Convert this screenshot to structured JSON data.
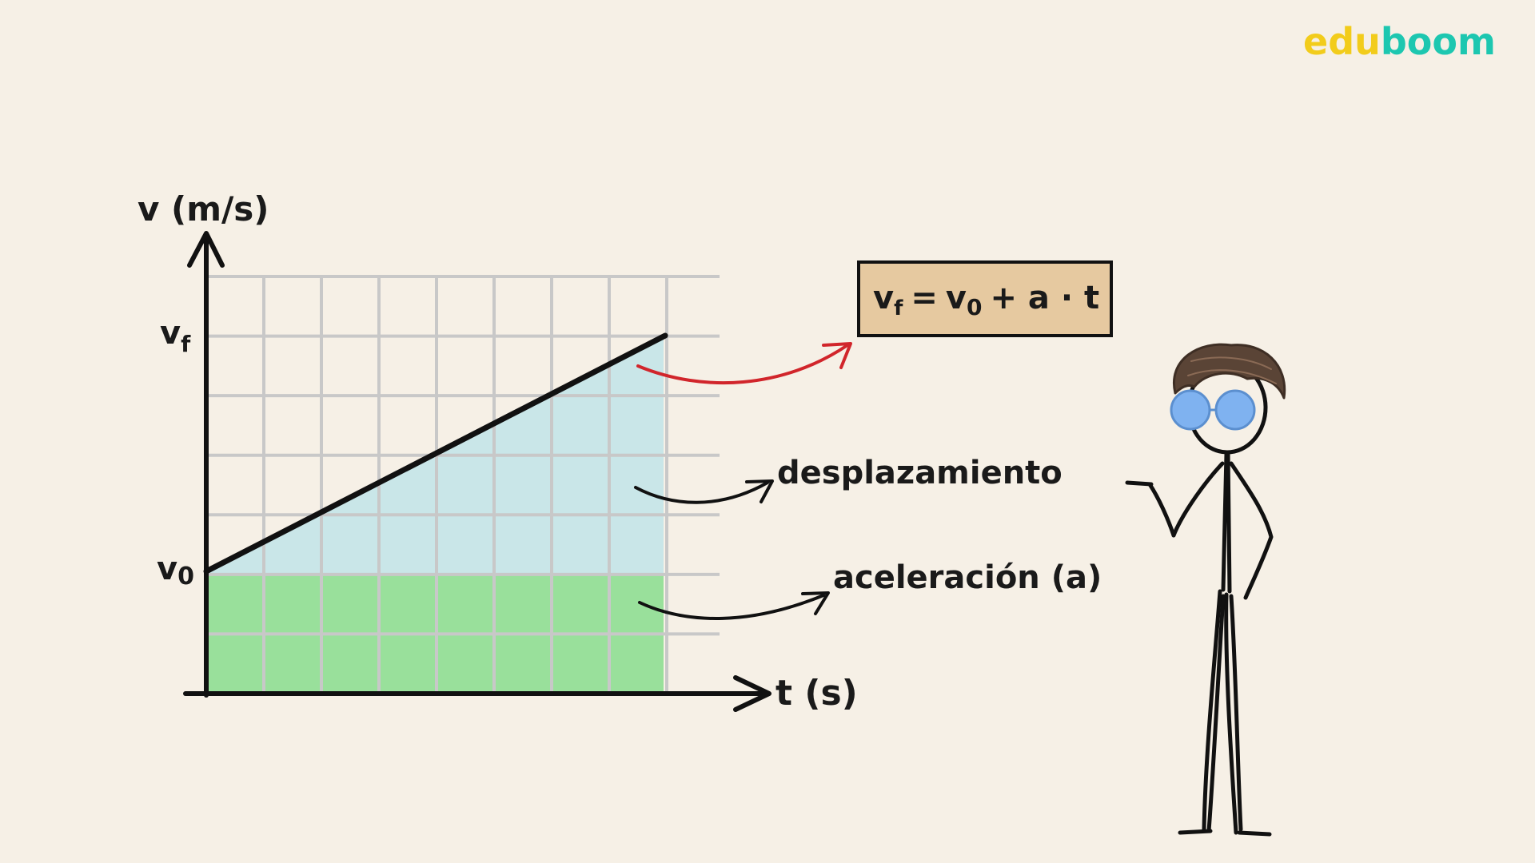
{
  "logo": {
    "part1": "edu",
    "part2": "boom"
  },
  "colors": {
    "background": "#f6f0e6",
    "grid": "#c8c8c8",
    "blue_fill": "#c9e6e8",
    "green_fill": "#99e09b",
    "formula_box": "#e6c9a0",
    "red_arrow": "#d1252b",
    "ink": "#1a1a1a",
    "glasses": "#7fb2f0",
    "hair": "#5a4436"
  },
  "axes": {
    "y_label": "v (m/s)",
    "x_label": "t (s)",
    "vf": {
      "base": "v",
      "sub": "f"
    },
    "v0": {
      "base": "v",
      "sub": "0"
    }
  },
  "formula": {
    "vf_base": "v",
    "vf_sub": "f",
    "equals": "=",
    "v0_base": "v",
    "v0_sub": "0",
    "rest": "+ a · t"
  },
  "annotations": {
    "desplazamiento": "desplazamiento",
    "aceleracion": "aceleración (a)"
  },
  "icons": {
    "character": "stick-figure-with-glasses",
    "arrow": "curved-arrow"
  }
}
